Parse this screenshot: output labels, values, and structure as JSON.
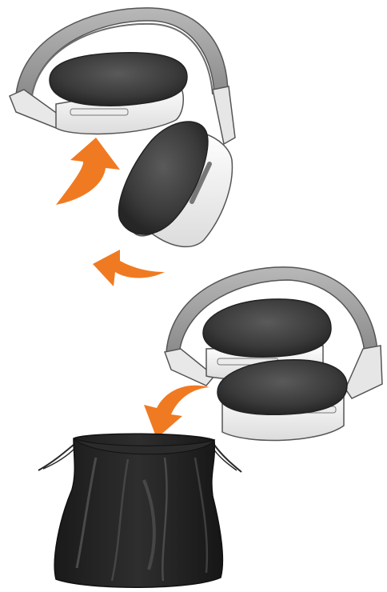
{
  "illustration": {
    "steps": [
      {
        "name": "fold-earcups-inward",
        "icon": "headphones-unfolded"
      },
      {
        "name": "headphones-folded",
        "icon": "headphones-folded"
      },
      {
        "name": "place-in-pouch",
        "icon": "drawstring-pouch"
      }
    ],
    "colors": {
      "arrow": "#f07a22",
      "band": "#9e9e9e",
      "cushion": "#3a3a3a",
      "housing": "#f4f4f4",
      "pouch": "#1f1f1f"
    }
  }
}
